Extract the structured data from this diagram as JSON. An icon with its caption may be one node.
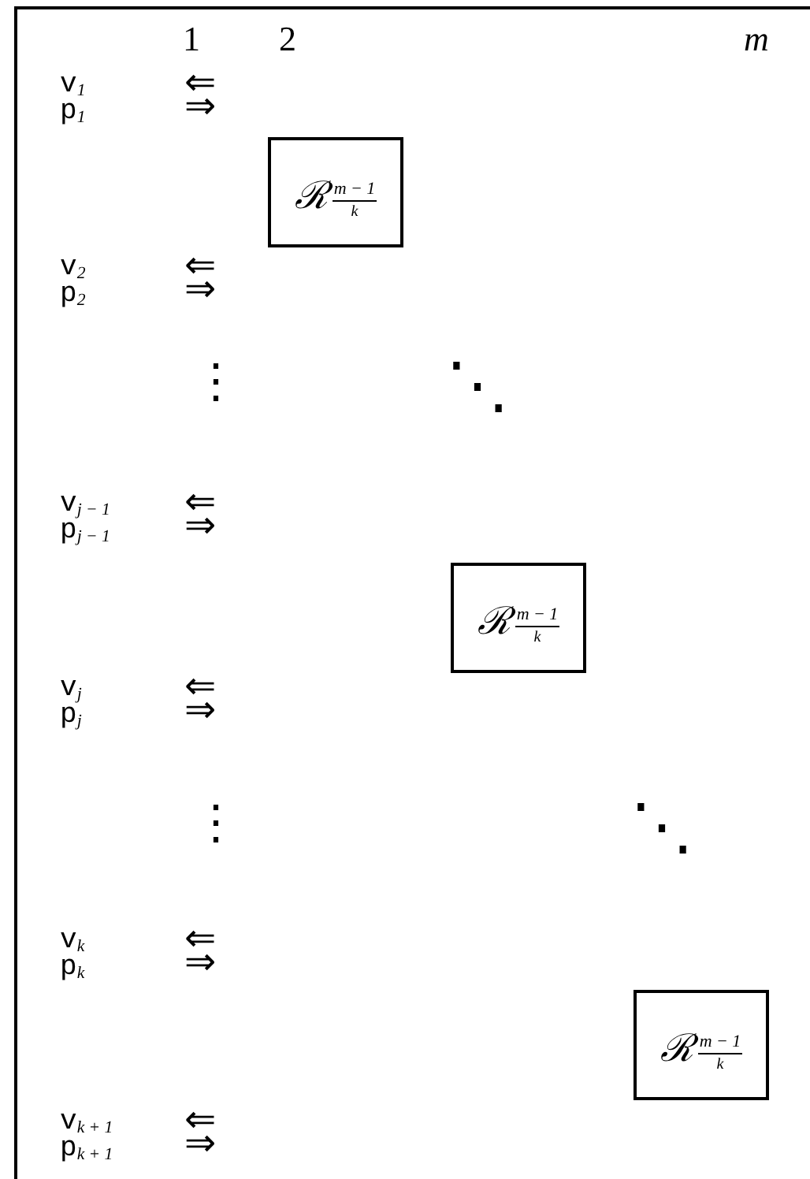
{
  "diagram": {
    "nodes": [
      {
        "text": [
          "ℛ",
          "m − 1",
          "k"
        ]
      },
      {
        "text": [
          "ℛ",
          "m − 1",
          "k"
        ]
      },
      {
        "text": [
          "ℛ",
          "m − 1",
          "k"
        ]
      }
    ],
    "labels": [
      "1",
      "2",
      "m",
      "v$_{1}$",
      "⇐",
      "p$_{1}$",
      "⇒",
      "v$_{2}$",
      "⇐",
      "p$_{2}$",
      "⇒",
      "⋮",
      "⋱",
      "v$_{j − 1}$",
      "⇐",
      "p$_{j − 1}$",
      "⇒",
      "v$_{j}$",
      "⇐",
      "p$_{j}$",
      "⇒",
      "⋮",
      "⋱",
      "v$_{k}$",
      "⇐",
      "p$_{k}$",
      "⇒",
      "v$_{k + 1}$",
      "⇐",
      "p$_{k + 1}$",
      "⇒"
    ]
  }
}
